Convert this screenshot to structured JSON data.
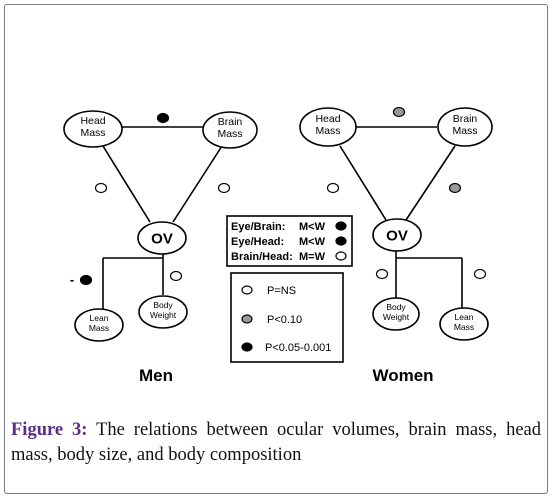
{
  "colors": {
    "ns": "#ffffff",
    "trend": "#999999",
    "significant": "#000000"
  },
  "men": {
    "title": "Men",
    "nodes": {
      "head_mass": "Head Mass",
      "brain_mass": "Brain Mass",
      "ov": "OV",
      "lean_mass": "Lean Mass",
      "body_weight": "Body Weight"
    },
    "edges": {
      "head_brain": "significant",
      "head_ov": "ns",
      "brain_ov": "ns",
      "ov_lean": "significant",
      "ov_body": "ns"
    },
    "negative_sign": "-"
  },
  "women": {
    "title": "Women",
    "nodes": {
      "head_mass": "Head Mass",
      "brain_mass": "Brain Mass",
      "ov": "OV",
      "body_weight": "Body Weight",
      "lean_mass": "Lean Mass"
    },
    "edges": {
      "head_brain": "trend",
      "head_ov": "ns",
      "brain_ov": "trend",
      "ov_body": "ns",
      "ov_lean": "ns"
    }
  },
  "ratios": [
    {
      "label": "Eye/Brain:",
      "relation": "M<W",
      "level": "significant"
    },
    {
      "label": "Eye/Head:",
      "relation": "M<W",
      "level": "significant"
    },
    {
      "label": "Brain/Head:",
      "relation": "M=W",
      "level": "ns"
    }
  ],
  "legend": [
    {
      "label": "P=NS",
      "level": "ns"
    },
    {
      "label": "P<0.10",
      "level": "trend"
    },
    {
      "label": "P<0.05-0.001",
      "level": "significant"
    }
  ],
  "caption": {
    "label": "Figure 3:",
    "text": " The relations between ocular volumes, brain mass, head mass, body size, and body composition"
  }
}
